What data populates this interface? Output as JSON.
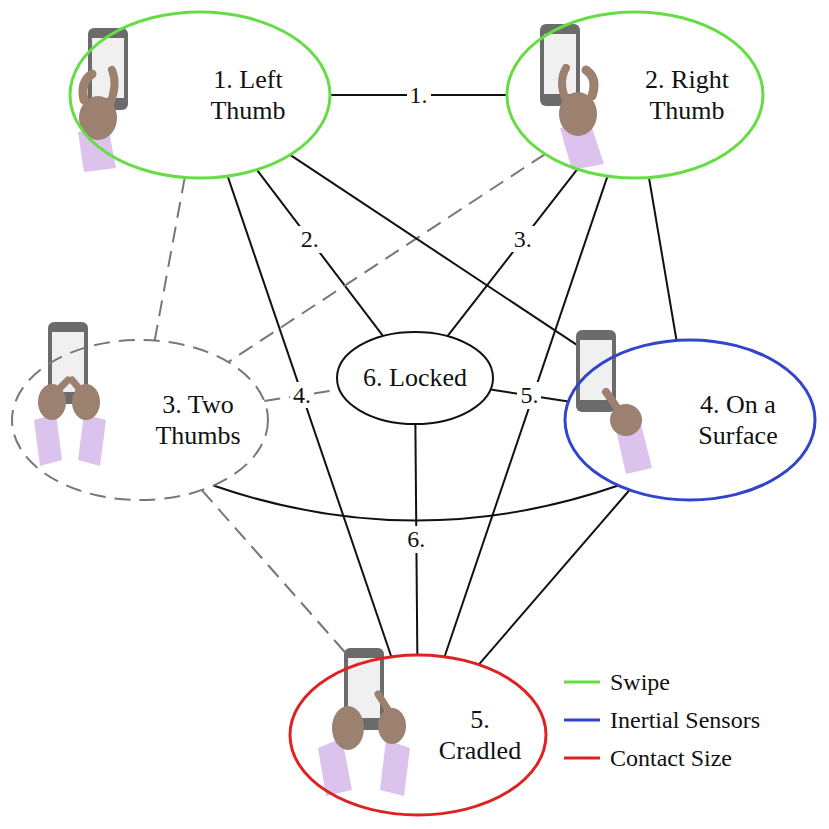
{
  "diagram": {
    "nodes": [
      {
        "text": [
          "1. Left Thumb"
        ]
      },
      {
        "text": [
          "2. Right Thumb"
        ]
      },
      {
        "text": [
          "3. Two Thumbs"
        ]
      },
      {
        "text": [
          "6. Locked"
        ]
      },
      {
        "text": [
          "4. On a Surface"
        ]
      },
      {
        "text": [
          "5. Cradled"
        ]
      }
    ],
    "edges": [
      {
        "from": 0,
        "to": 1,
        "arrow": "none",
        "label": "1."
      },
      {
        "from": 0,
        "to": 3,
        "arrow": "none",
        "label": "2."
      },
      {
        "from": 1,
        "to": 3,
        "arrow": "none",
        "label": "3."
      },
      {
        "from": 2,
        "to": 3,
        "arrow": "none",
        "label": "4."
      },
      {
        "from": 3,
        "to": 4,
        "arrow": "none",
        "label": "5."
      },
      {
        "from": 3,
        "to": 5,
        "arrow": "none",
        "label": "6."
      },
      {
        "from": 0,
        "to": 2,
        "arrow": "none"
      },
      {
        "from": 1,
        "to": 2,
        "arrow": "none"
      },
      {
        "from": 2,
        "to": 5,
        "arrow": "none"
      },
      {
        "from": 0,
        "to": 5,
        "arrow": "none"
      },
      {
        "from": 0,
        "to": 4,
        "arrow": "none"
      },
      {
        "from": 1,
        "to": 4,
        "arrow": "none"
      },
      {
        "from": 1,
        "to": 5,
        "arrow": "none"
      },
      {
        "from": 2,
        "to": 4,
        "arrow": "none"
      },
      {
        "from": 4,
        "to": 5,
        "arrow": "none"
      }
    ],
    "legend": [
      {
        "text": "Swipe",
        "color": "#66dd44"
      },
      {
        "text": "Inertial Sensors",
        "color": "#3344cc"
      },
      {
        "text": "Contact Size",
        "color": "#dd2222"
      }
    ]
  }
}
